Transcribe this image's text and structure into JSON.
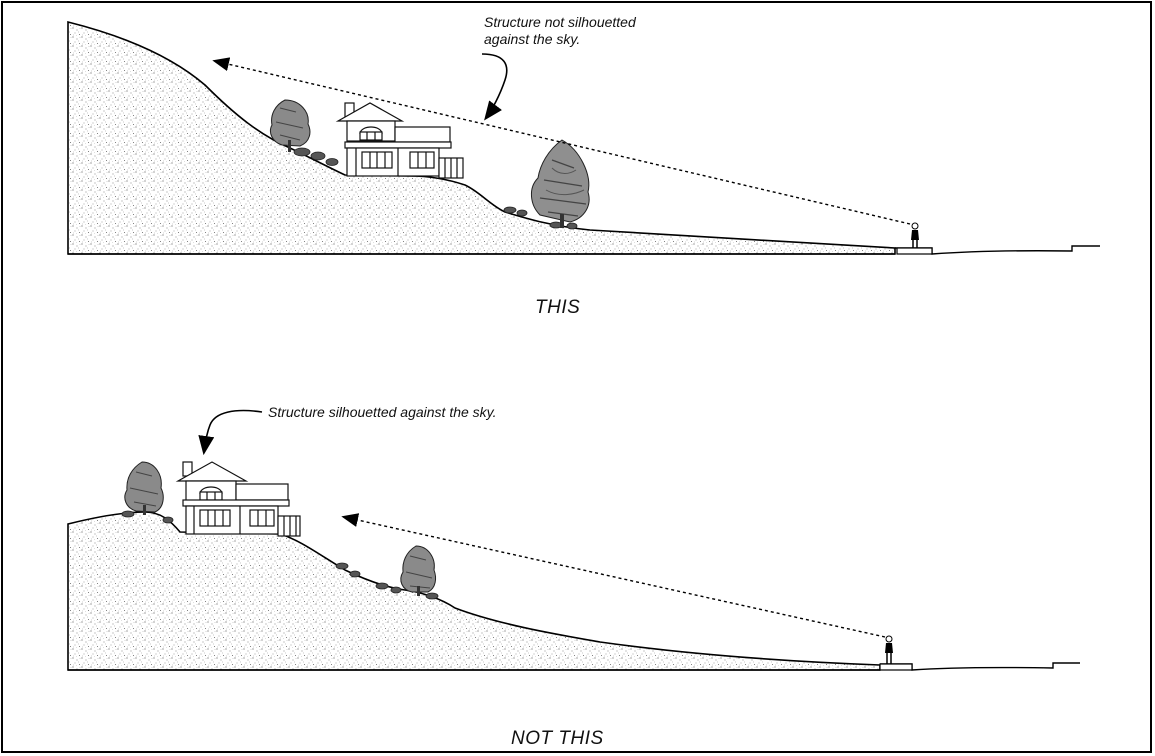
{
  "top_panel": {
    "annotation": [
      "Structure not silhouetted",
      "against the sky."
    ],
    "caption": "THIS"
  },
  "bottom_panel": {
    "annotation": "Structure silhouetted against the sky.",
    "caption": "NOT THIS"
  }
}
